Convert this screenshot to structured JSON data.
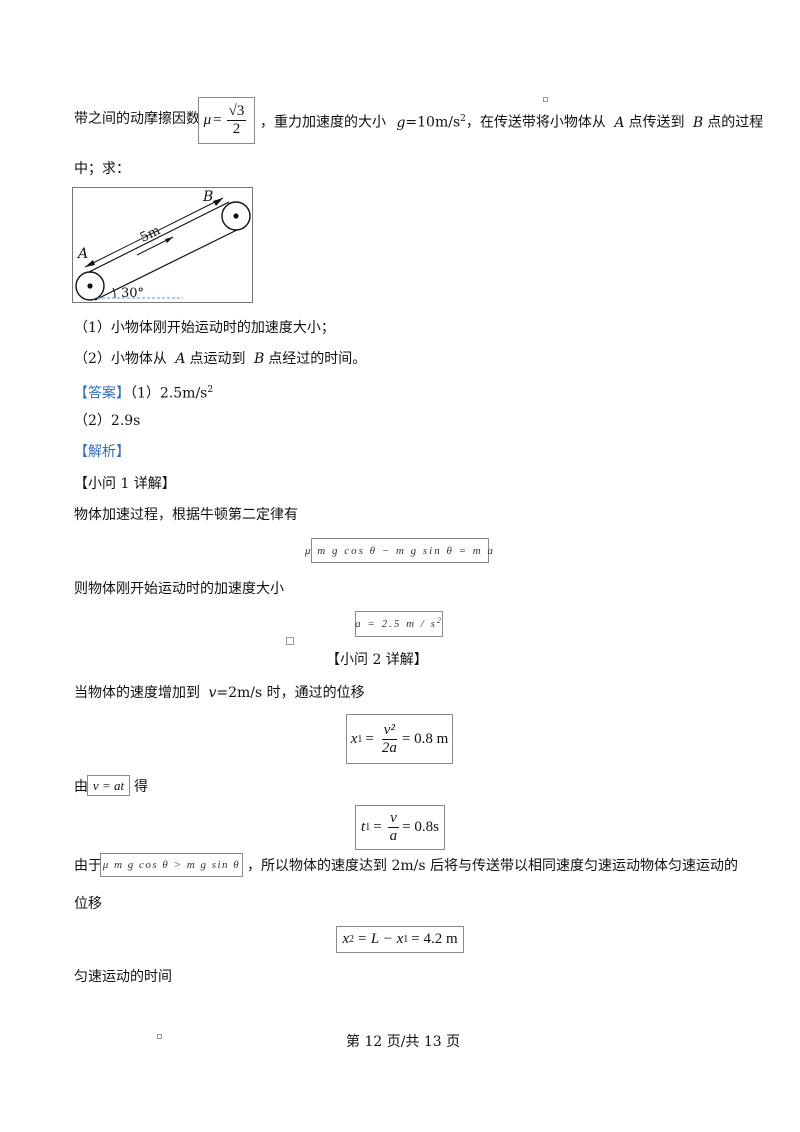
{
  "line1": {
    "pre": "带之间的动摩擦因数",
    "mu_sym": "μ",
    "mu_eq": "=",
    "mu_num": "√3",
    "mu_den": "2",
    "mid": "，重力加速度的大小",
    "g": "g",
    "g_val": "=10m/s",
    "g_sup": "2",
    "post1": "，在传送带将小物体从",
    "A": "A",
    "post2": "点传送到",
    "B": "B",
    "post3": "点的过程"
  },
  "line2": "中；求：",
  "figure": {
    "label_a": "A",
    "label_b": "B",
    "length": "5m",
    "angle": "30°"
  },
  "q1": "（1）小物体刚开始运动时的加速度大小；",
  "q2": {
    "pre": "（2）小物体从",
    "A": "A",
    "mid": "点运动到",
    "B": "B",
    "post": "点经过的时间。"
  },
  "answer": {
    "tag": "【答案】",
    "a1": "（1）2.5m/s",
    "a1_sup": "2",
    "a2": "（2）2.9s"
  },
  "analysis_tag": "【解析】",
  "sub1_head": "【小问 1 详解】",
  "s1_text": "物体加速过程，根据牛顿第二定律有",
  "eq1": "μ m g cos θ − m g sin θ = m a",
  "s1_text2": "则物体刚开始运动时的加速度大小",
  "eq2": "a = 2.5 m / s",
  "eq2_sup": "2",
  "sub2_head": "【小问 2 详解】",
  "s2_text": {
    "pre": "当物体的速度增加到",
    "v": "v",
    "post": "=2m/s 时，通过的位移"
  },
  "eq3": {
    "lhs": "x",
    "lhs_sub": "1",
    "eq": "=",
    "num": "v²",
    "den": "2a",
    "rhs": "= 0.8 m"
  },
  "s2_text2": {
    "pre": "由",
    "eq": "v = at",
    "post": "得"
  },
  "eq4": {
    "lhs": "t",
    "lhs_sub": "1",
    "eq": "=",
    "num": "v",
    "den": "a",
    "rhs": "= 0.8s"
  },
  "s2_text3": {
    "pre": "由于",
    "eq": "μ m g cos θ > m g sin θ",
    "post": "，所以物体的速度达到  2m/s 后将与传送带以相同速度匀速运动物体匀速运动的"
  },
  "s2_text4": "位移",
  "eq5": {
    "lhs": "x",
    "lhs_sub": "2",
    "rhs": "= L − x",
    "rhs_sub": "1",
    "rhs2": "= 4.2 m"
  },
  "s2_text5": "匀速运动的时间",
  "footer": "第 12 页/共 13 页"
}
